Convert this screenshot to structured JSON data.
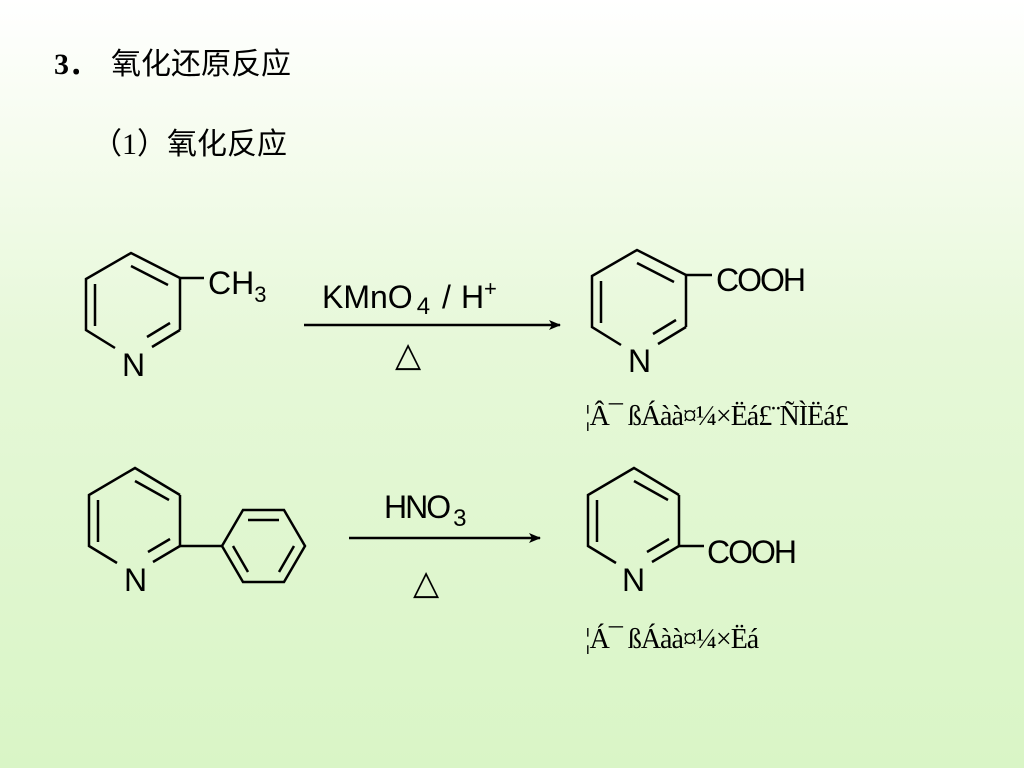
{
  "slide": {
    "section_number": "3．",
    "section_title": "氧化还原反应",
    "subsection_number": "（1）",
    "subsection_title": "氧化反应"
  },
  "reaction1": {
    "reactant_substituent": "CH",
    "reactant_substituent_sub": "3",
    "ring_atom": "N",
    "reagent_main": "KMnO",
    "reagent_sub": "4",
    "reagent_sep": "/",
    "reagent_acid": "H",
    "reagent_charge": "+",
    "condition": "△",
    "product_substituent": "COOH",
    "product_ring_atom": "N",
    "product_caption": "¦Â¯ ßÁàà¤¼×Ëá£¨ÑÌËá£"
  },
  "reaction2": {
    "ring_atom": "N",
    "reagent_main": "HNO",
    "reagent_sub": "3",
    "condition": "△",
    "product_substituent": "COOH",
    "product_ring_atom": "N",
    "product_caption": "¦Á¯ ßÁàà¤¼×Ëá"
  }
}
